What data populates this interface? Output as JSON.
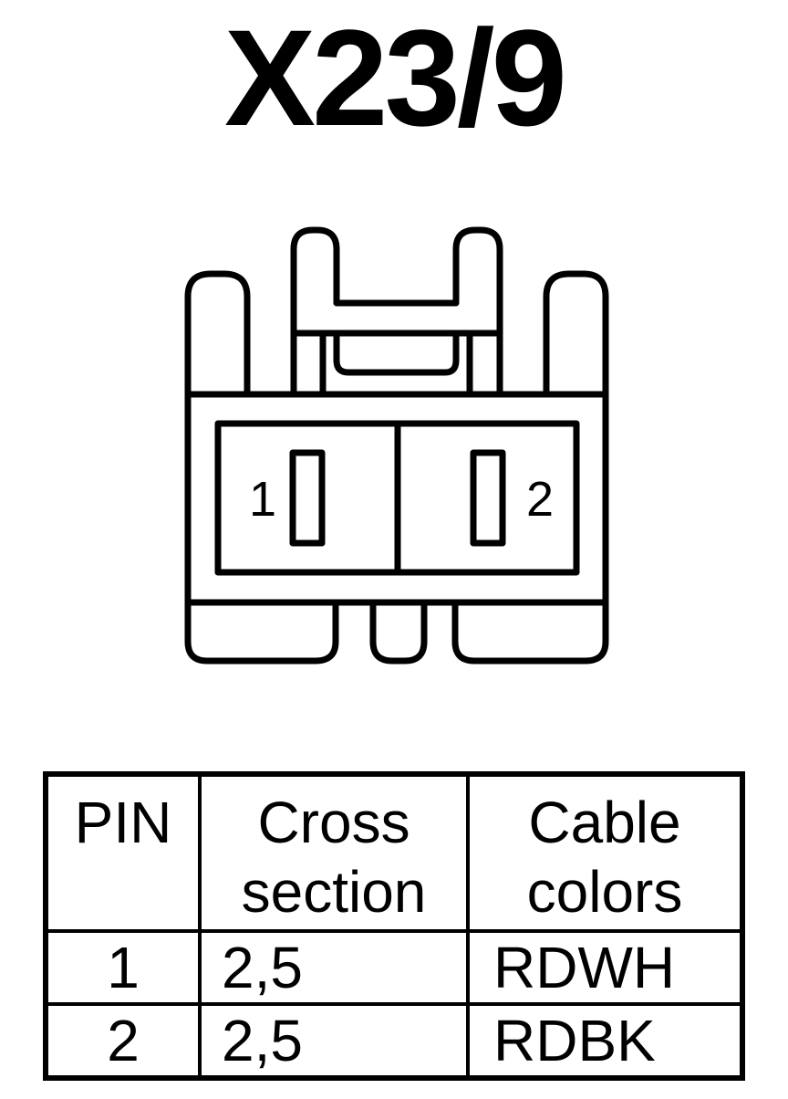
{
  "title": "X23/9",
  "connector": {
    "pins": [
      {
        "label": "1"
      },
      {
        "label": "2"
      }
    ]
  },
  "table": {
    "headers": {
      "pin": "PIN",
      "cross_section": [
        "Cross",
        "section"
      ],
      "cable_colors": [
        "Cable",
        "colors"
      ]
    },
    "rows": [
      {
        "pin": "1",
        "cross_section": "2,5",
        "cable_color": "RDWH"
      },
      {
        "pin": "2",
        "cross_section": "2,5",
        "cable_color": "RDBK"
      }
    ]
  }
}
